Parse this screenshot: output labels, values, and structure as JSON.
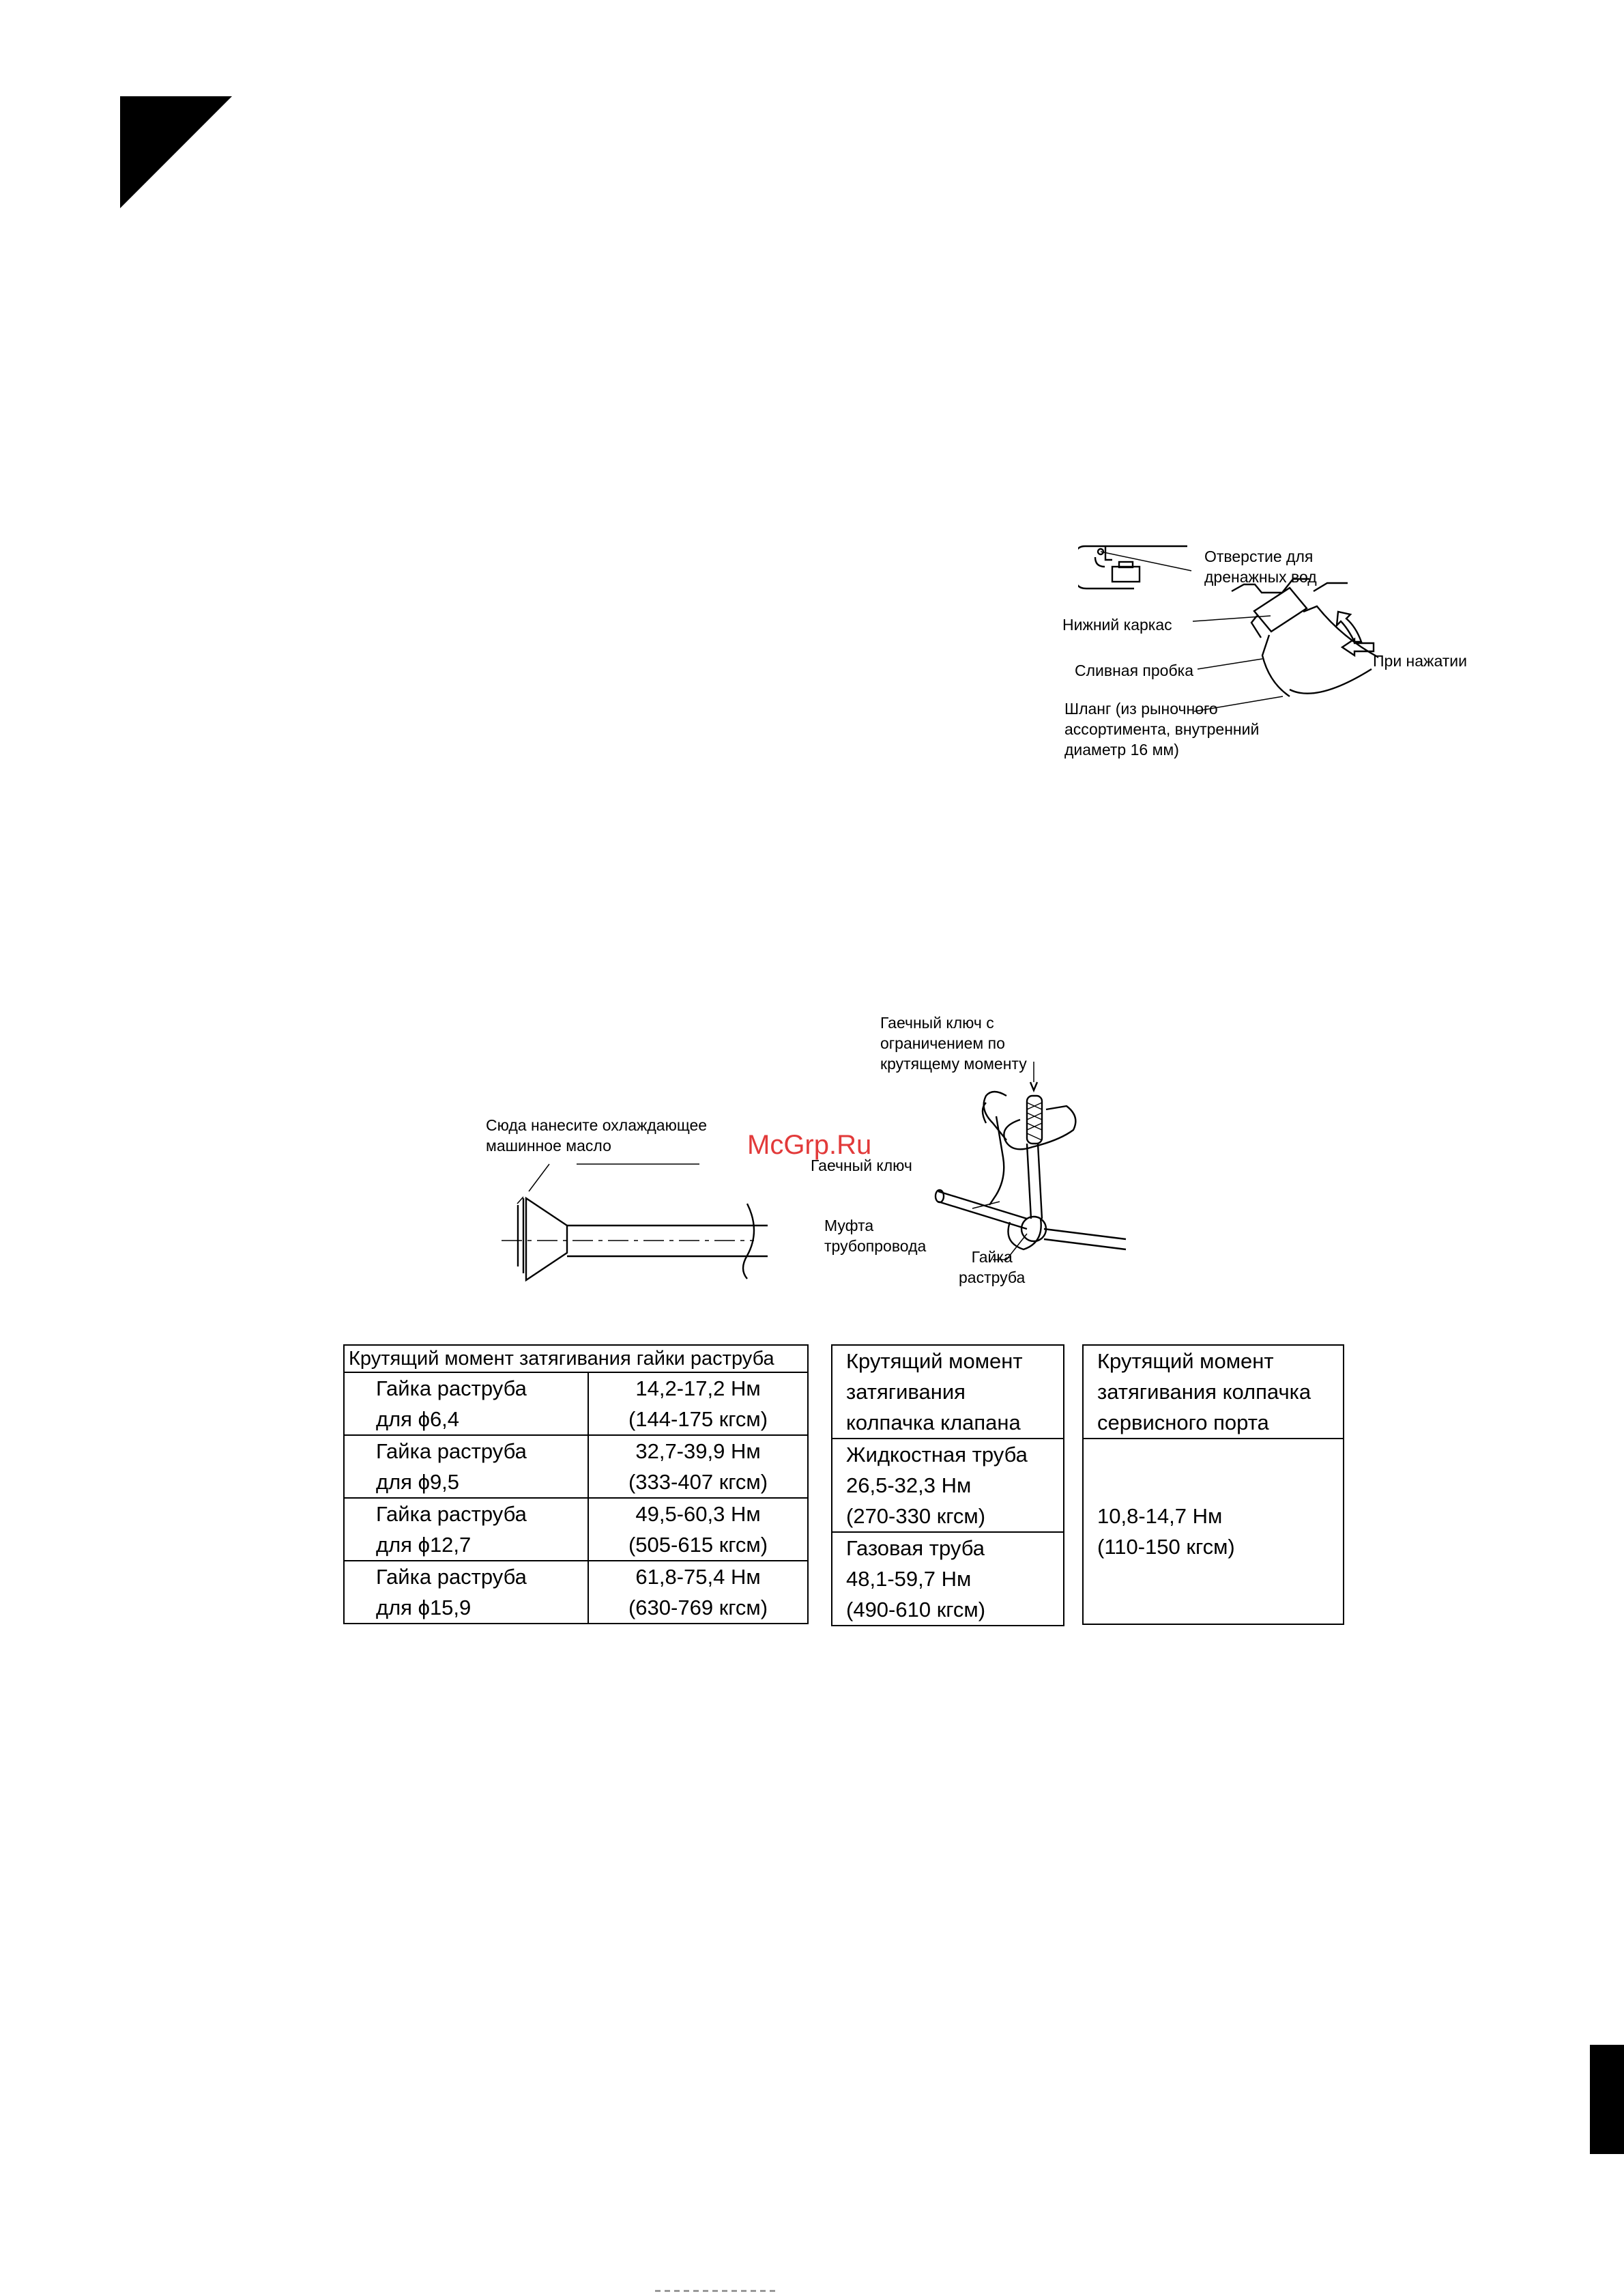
{
  "drain_figure": {
    "hole_label": [
      "Отверстие для",
      "дренажных вод"
    ],
    "frame_label": "Нижний каркас",
    "plug_label": "Сливная пробка",
    "press_label": "При нажатии",
    "hose_label": [
      "Шланг (из рыночного",
      "ассортимента, внутренний",
      "диаметр 16 мм)"
    ]
  },
  "flare_figure": {
    "oil_label": [
      "Сюда нанесите охлаждающее",
      "машинное масло"
    ]
  },
  "wrench_figure": {
    "torque_wrench_label": [
      "Гаечный ключ с",
      "ограничением по",
      "крутящему моменту"
    ],
    "wrench_label": "Гаечный ключ",
    "union_label": [
      "Муфта",
      "трубопровода"
    ],
    "nut_label": [
      "Гайка",
      "раструба"
    ]
  },
  "watermark": "McGrp.Ru",
  "flare_nut_table": {
    "header": "Крутящий момент затягивания гайки раструба",
    "rows": [
      {
        "name": [
          "Гайка раструба",
          "для ϕ6,4"
        ],
        "value": [
          "14,2-17,2 Нм",
          "(144-175 кгсм)"
        ]
      },
      {
        "name": [
          "Гайка раструба",
          "для ϕ9,5"
        ],
        "value": [
          "32,7-39,9 Нм",
          "(333-407 кгсм)"
        ]
      },
      {
        "name": [
          "Гайка раструба",
          "для ϕ12,7"
        ],
        "value": [
          "49,5-60,3 Нм",
          "(505-615 кгсм)"
        ]
      },
      {
        "name": [
          "Гайка раструба",
          "для ϕ15,9"
        ],
        "value": [
          "61,8-75,4 Нм",
          "(630-769 кгсм)"
        ]
      }
    ]
  },
  "valve_cap_table": {
    "header": [
      "Крутящий момент",
      "затягивания",
      "колпачка клапана"
    ],
    "rows": [
      [
        "Жидкостная труба",
        "26,5-32,3 Нм",
        "(270-330 кгсм)"
      ],
      [
        "Газовая труба",
        "48,1-59,7 Нм",
        "(490-610 кгсм)"
      ]
    ]
  },
  "service_port_table": {
    "header": [
      "Крутящий момент",
      "затягивания колпачка",
      "сервисного порта"
    ],
    "value": [
      "10,8-14,7 Нм",
      "(110-150 кгсм)"
    ]
  }
}
